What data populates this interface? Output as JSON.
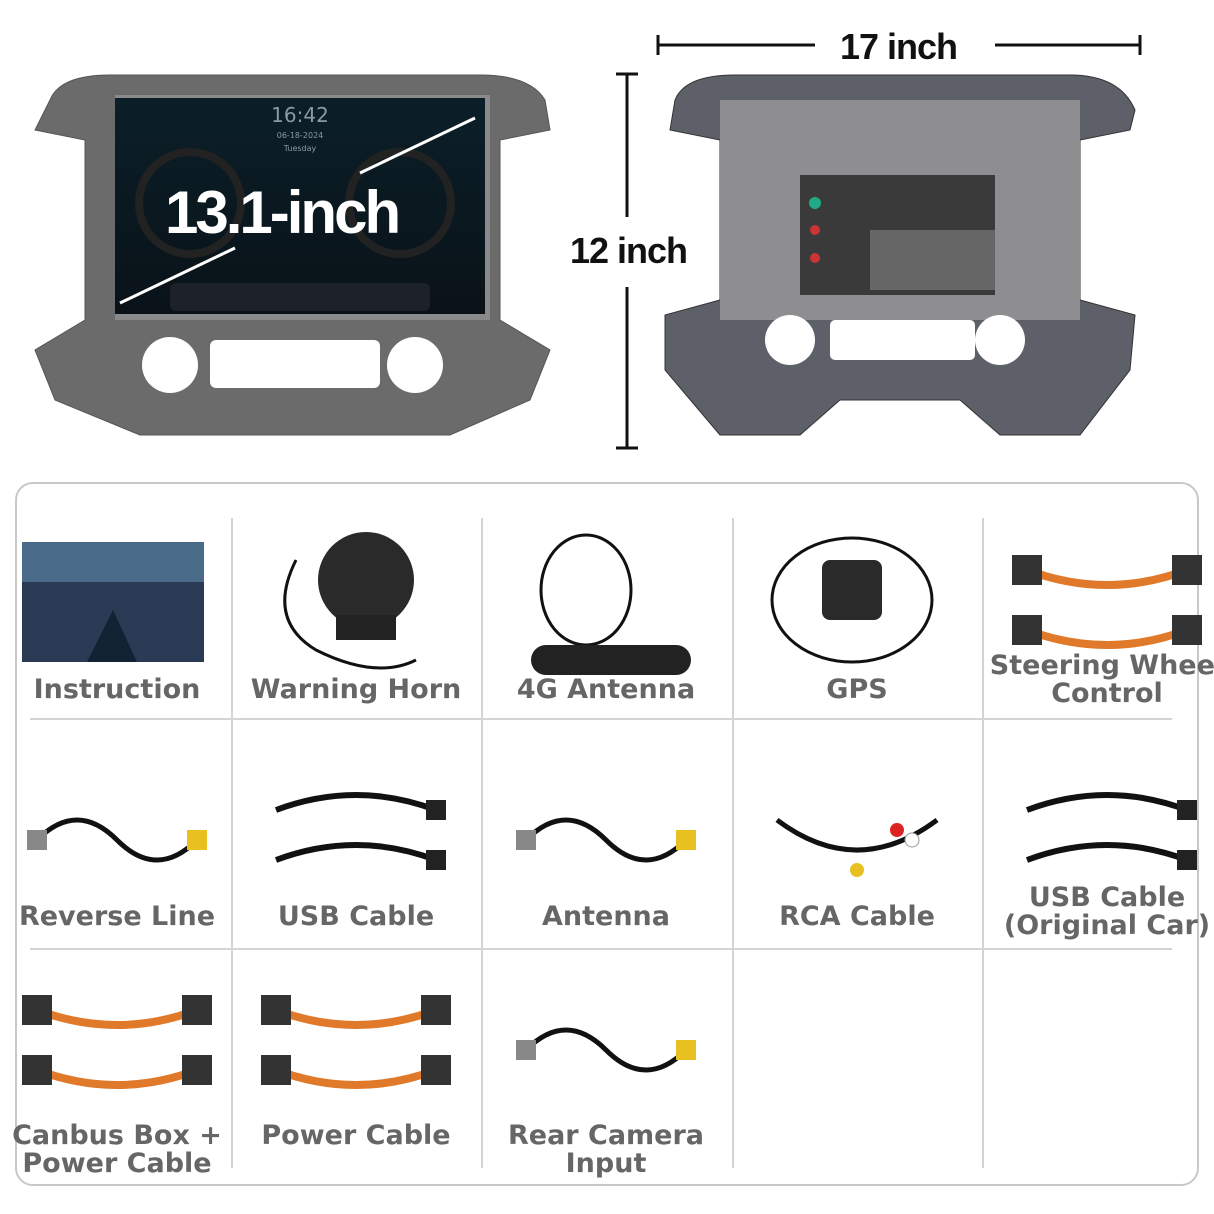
{
  "top": {
    "screen_size": "13.1-inch",
    "clock": "16:42",
    "date": "06-18-2024",
    "weekday": "Tuesday",
    "width_label": "17 inch",
    "height_label": "12 inch"
  },
  "accessories": [
    {
      "label": "Instruction",
      "icon": "manual"
    },
    {
      "label": "Warning Horn",
      "icon": "speaker"
    },
    {
      "label": "4G Antenna",
      "icon": "antenna"
    },
    {
      "label": "GPS",
      "icon": "gps"
    },
    {
      "label": "Steering Wheel Control",
      "icon": "harness"
    },
    {
      "label": "Reverse Line",
      "icon": "cable"
    },
    {
      "label": "USB Cable",
      "icon": "usb"
    },
    {
      "label": "Antenna",
      "icon": "cable"
    },
    {
      "label": "RCA Cable",
      "icon": "rca"
    },
    {
      "label": "USB Cable (Original Car)",
      "icon": "usb"
    },
    {
      "label": "Canbus Box + Power Cable",
      "icon": "harness"
    },
    {
      "label": "Power Cable",
      "icon": "harness"
    },
    {
      "label": "Rear Camera Input",
      "icon": "cable"
    }
  ],
  "colors": {
    "frame": "#6b6b6b",
    "screen": "#0c1a22",
    "wire_orange": "#e07a2a",
    "label": "#666666"
  }
}
